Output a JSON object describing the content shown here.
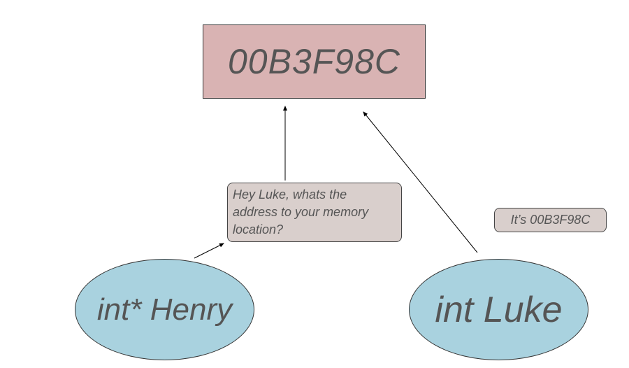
{
  "diagram": {
    "memory_address": "00B3F98C",
    "question": {
      "line1": "Hey Luke, whats the",
      "line2": "address to your memory",
      "line3": "location?"
    },
    "reply": "It’s 00B3F98C",
    "pointer_node": "int* Henry",
    "variable_node": "int Luke"
  },
  "colors": {
    "address_fill": "#d9b3b3",
    "bubble_fill": "#d9cfcc",
    "node_fill": "#a9d2df",
    "text": "#555555",
    "line": "#000000"
  }
}
